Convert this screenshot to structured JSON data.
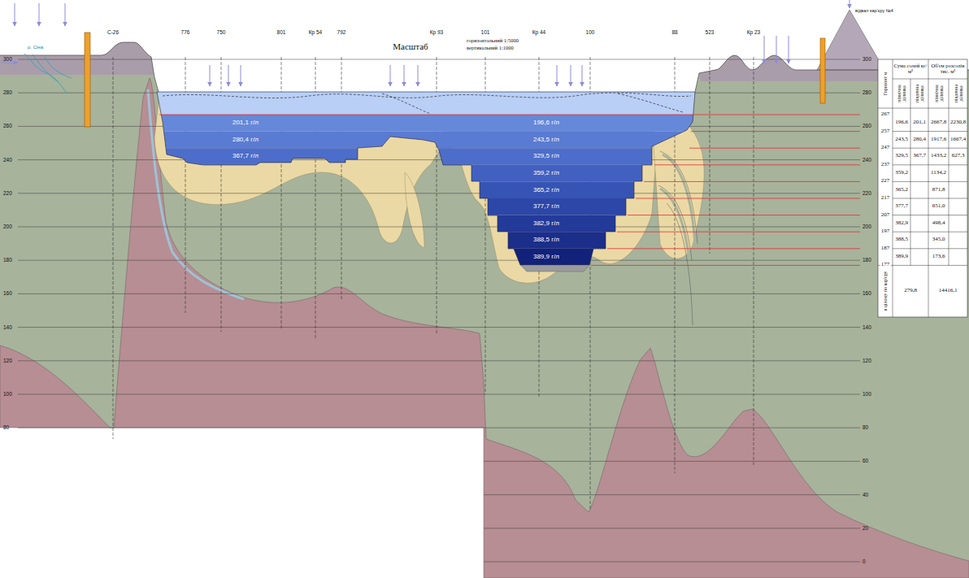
{
  "diagram": {
    "title": "Масштаб",
    "labels": [
      "горизонтальний 1:5000",
      "вертикальний 1:1000",
      "р. Сіна",
      "відвал кар'єру №4",
      "С-26",
      "776",
      "750",
      "801",
      "Кр 54",
      "792",
      "Кр 93",
      "101",
      "Кр 44",
      "100",
      "88",
      "523",
      "Кр 23",
      "300",
      "280",
      "260",
      "240",
      "220",
      "200",
      "180",
      "160",
      "140",
      "120",
      "100",
      "80",
      "300",
      "280",
      "260",
      "240",
      "220",
      "200",
      "180",
      "160",
      "140",
      "120",
      "100",
      "80",
      "60",
      "40",
      "20",
      "0",
      "201,1 г/л",
      "280,4 г/л",
      "367,7 г/л",
      "196,6 г/л",
      "243,5 г/л",
      "329,5 г/л",
      "359,2 г/л",
      "365,2 г/л",
      "377,7 г/л",
      "382,9 г/л",
      "388,5 г/л",
      "389,9 г/л",
      "Горизонт м",
      "Сума солей кг/м³",
      "Об'єм розсолів тис. м³",
      "північна ділянка",
      "південна ділянка",
      "північна ділянка",
      "південна ділянка",
      "267",
      "257",
      "247",
      "237",
      "227",
      "217",
      "207",
      "197",
      "187",
      "177",
      "196,6",
      "201,1",
      "2667,8",
      "2230,8",
      "243,5",
      "280,4",
      "1917,6",
      "1667,4",
      "329,5",
      "367,7",
      "1433,2",
      "627,3",
      "359,2",
      "1134,2",
      "365,2",
      "871,8",
      "377,7",
      "651,0",
      "382,9",
      "498,4",
      "388,5",
      "345,0",
      "389,9",
      "173,6",
      "в цілому по кар'єру",
      "279,8",
      "14416,1"
    ]
  }
}
